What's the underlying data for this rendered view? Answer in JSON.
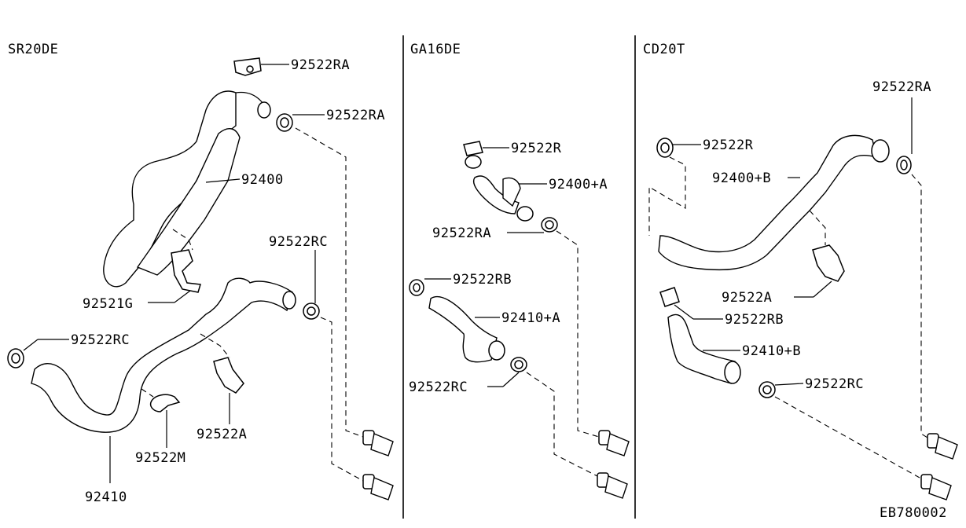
{
  "panels": [
    {
      "header": "SR20DE"
    },
    {
      "header": "GA16DE"
    },
    {
      "header": "CD20T"
    }
  ],
  "sr20de": {
    "clamp_top": "92522RA",
    "clamp_upper_right": "92522RA",
    "upper_hose": "92400",
    "clip_g": "92521G",
    "clamp_rc_right": "92522RC",
    "clamp_rc_left": "92522RC",
    "bracket_a": "92522A",
    "clip_m": "92522M",
    "lower_hose": "92410"
  },
  "ga16de": {
    "clamp_r": "92522R",
    "upper_hose": "92400+A",
    "clamp_ra": "92522RA",
    "clamp_rb": "92522RB",
    "lower_hose": "92410+A",
    "clamp_rc": "92522RC"
  },
  "cd20t": {
    "clamp_ra": "92522RA",
    "clamp_r": "92522R",
    "upper_hose": "92400+B",
    "bracket_a": "92522A",
    "clamp_rb": "92522RB",
    "lower_hose": "92410+B",
    "clamp_rc": "92522RC"
  },
  "figure_code": "EB780002"
}
